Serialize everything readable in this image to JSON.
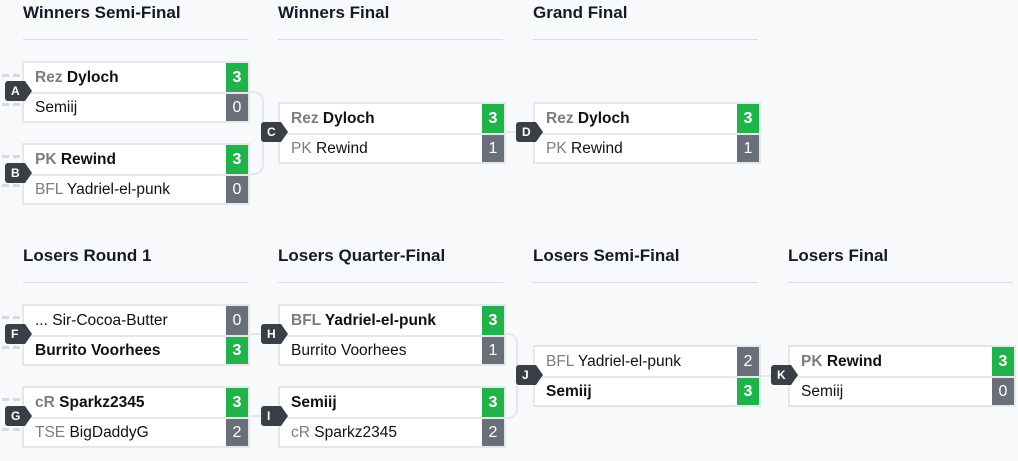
{
  "rounds": {
    "winners_semi": "Winners Semi-Final",
    "winners_final": "Winners Final",
    "grand_final": "Grand Final",
    "losers_r1": "Losers Round 1",
    "losers_qf": "Losers Quarter-Final",
    "losers_sf": "Losers Semi-Final",
    "losers_final": "Losers Final"
  },
  "colors": {
    "win": "#22b24c",
    "loss": "#6a7079",
    "tag": "#3a3f47"
  },
  "matches": {
    "A": {
      "label": "A",
      "p1": {
        "prefix": "Rez",
        "name": "Dyloch",
        "score": "3",
        "winner": true
      },
      "p2": {
        "prefix": "",
        "name": "Semiij",
        "score": "0",
        "winner": false
      }
    },
    "B": {
      "label": "B",
      "p1": {
        "prefix": "PK",
        "name": "Rewind",
        "score": "3",
        "winner": true
      },
      "p2": {
        "prefix": "BFL",
        "name": "Yadriel-el-punk",
        "score": "0",
        "winner": false
      }
    },
    "C": {
      "label": "C",
      "p1": {
        "prefix": "Rez",
        "name": "Dyloch",
        "score": "3",
        "winner": true
      },
      "p2": {
        "prefix": "PK",
        "name": "Rewind",
        "score": "1",
        "winner": false
      }
    },
    "D": {
      "label": "D",
      "p1": {
        "prefix": "Rez",
        "name": "Dyloch",
        "score": "3",
        "winner": true
      },
      "p2": {
        "prefix": "PK",
        "name": "Rewind",
        "score": "1",
        "winner": false
      }
    },
    "F": {
      "label": "F",
      "p1": {
        "prefix": "...",
        "name": "Sir-Cocoa-Butter",
        "score": "0",
        "winner": false
      },
      "p2": {
        "prefix": "",
        "name": "Burrito Voorhees",
        "score": "3",
        "winner": true
      }
    },
    "G": {
      "label": "G",
      "p1": {
        "prefix": "cR",
        "name": "Sparkz2345",
        "score": "3",
        "winner": true
      },
      "p2": {
        "prefix": "TSE",
        "name": "BigDaddyG",
        "score": "2",
        "winner": false
      }
    },
    "H": {
      "label": "H",
      "p1": {
        "prefix": "BFL",
        "name": "Yadriel-el-punk",
        "score": "3",
        "winner": true
      },
      "p2": {
        "prefix": "",
        "name": "Burrito Voorhees",
        "score": "1",
        "winner": false
      }
    },
    "I": {
      "label": "I",
      "p1": {
        "prefix": "",
        "name": "Semiij",
        "score": "3",
        "winner": true
      },
      "p2": {
        "prefix": "cR",
        "name": "Sparkz2345",
        "score": "2",
        "winner": false
      }
    },
    "J": {
      "label": "J",
      "p1": {
        "prefix": "BFL",
        "name": "Yadriel-el-punk",
        "score": "2",
        "winner": false
      },
      "p2": {
        "prefix": "",
        "name": "Semiij",
        "score": "3",
        "winner": true
      }
    },
    "K": {
      "label": "K",
      "p1": {
        "prefix": "PK",
        "name": "Rewind",
        "score": "3",
        "winner": true
      },
      "p2": {
        "prefix": "",
        "name": "Semiij",
        "score": "0",
        "winner": false
      }
    }
  }
}
